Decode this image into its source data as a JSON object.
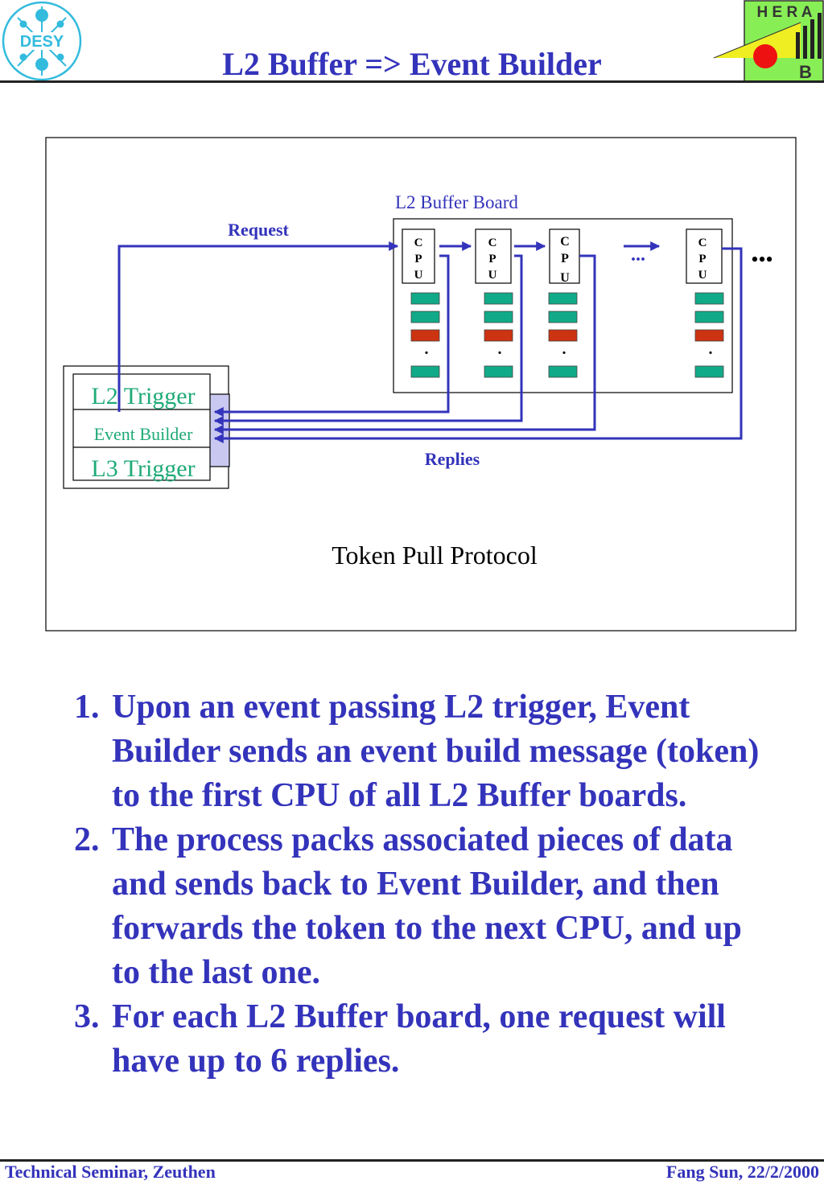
{
  "header": {
    "title": "L2 Buffer => Event Builder",
    "left_logo_text": "DESY",
    "right_logo_top": "H E R A",
    "right_logo_bottom": "B"
  },
  "diagram": {
    "board_label": "L2 Buffer Board",
    "request_label": "Request",
    "replies_label": "Replies",
    "caption": "Token Pull Protocol",
    "stack": {
      "l2": "L2 Trigger",
      "eb": "Event Builder",
      "l3": "L3 Trigger"
    },
    "cpu_letters": [
      "C",
      "P",
      "U"
    ],
    "ellipsis": "...",
    "dot": ".",
    "big_ellipsis": "•••"
  },
  "steps": [
    {
      "num": "1.",
      "text": "Upon an event passing L2 trigger, Event Builder sends an event build message (token) to the first CPU of all L2 Buffer boards."
    },
    {
      "num": "2.",
      "text": "The process packs associated pieces of data and sends back to Event Builder, and then forwards the token to the next CPU, and up to the last one."
    },
    {
      "num": "3.",
      "text": "For each L2 Buffer board, one request will have up to 6 replies."
    }
  ],
  "footer": {
    "left": "Technical Seminar, Zeuthen",
    "right": "Fang Sun, 22/2/2000"
  },
  "colors": {
    "accent": "#3333bb",
    "trigger_text": "#1faa77",
    "memory_green": "#11aa88",
    "memory_red": "#cc3311",
    "connector_fill": "#c8c8f0",
    "logo_green": "#88ee55",
    "logo_yellow": "#eeee22",
    "logo_red": "#ee1111",
    "desy_blue": "#33bbdd"
  }
}
